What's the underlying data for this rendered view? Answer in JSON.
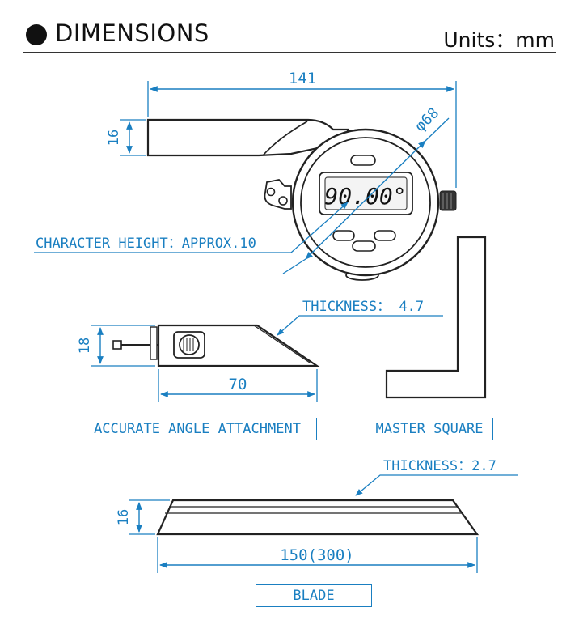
{
  "header": {
    "title": "DIMENSIONS",
    "units": "Units：mm"
  },
  "dial_gauge": {
    "width_dim": "141",
    "height_dim": "16",
    "diameter_dim": "φ68",
    "display_reading": "90.00°",
    "character_height": "CHARACTER HEIGHT：APPROX.10"
  },
  "angle_attachment": {
    "height_dim": "18",
    "width_dim": "70",
    "thickness": "THICKNESS： 4.7",
    "label": "ACCURATE ANGLE ATTACHMENT"
  },
  "master_square": {
    "label": "MASTER SQUARE"
  },
  "blade": {
    "thickness": "THICKNESS：2.7",
    "height_dim": "16",
    "width_dim": "150(300)",
    "label": "BLADE"
  },
  "colors": {
    "dimension": "#1a7fc1",
    "outline": "#222222",
    "gray": "#555555"
  }
}
